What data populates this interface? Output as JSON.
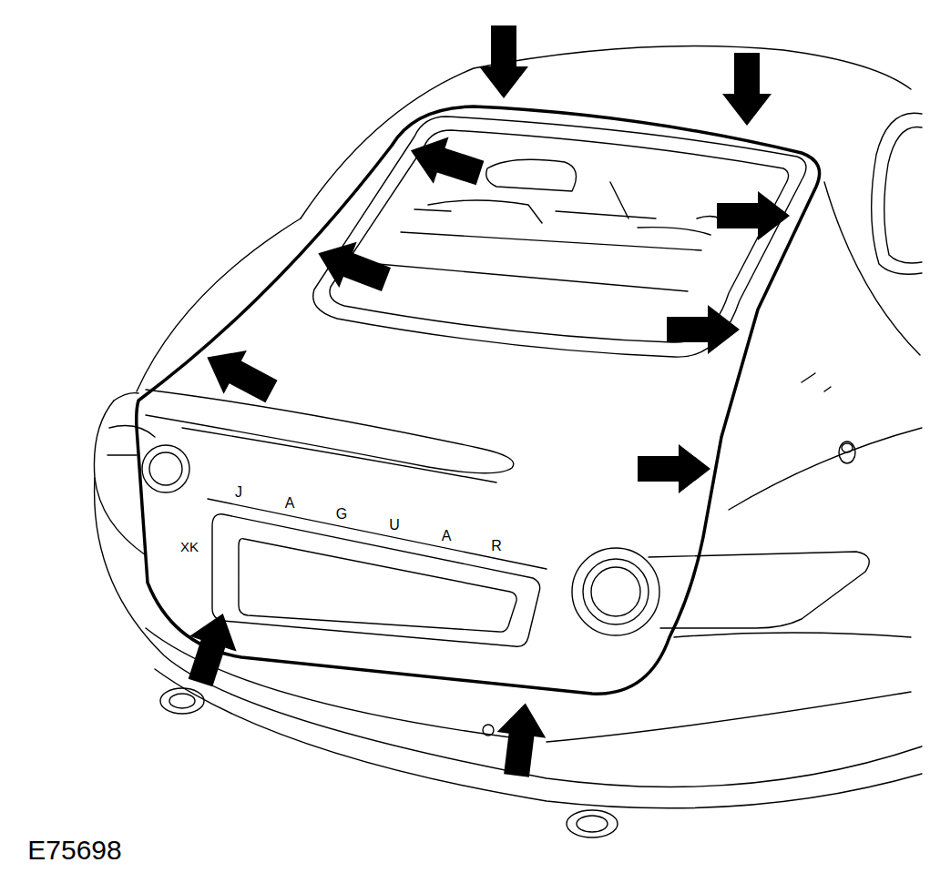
{
  "diagram": {
    "labels": [
      "J",
      "A",
      "G",
      "U",
      "A",
      "R",
      "XK",
      "E75698"
    ]
  }
}
